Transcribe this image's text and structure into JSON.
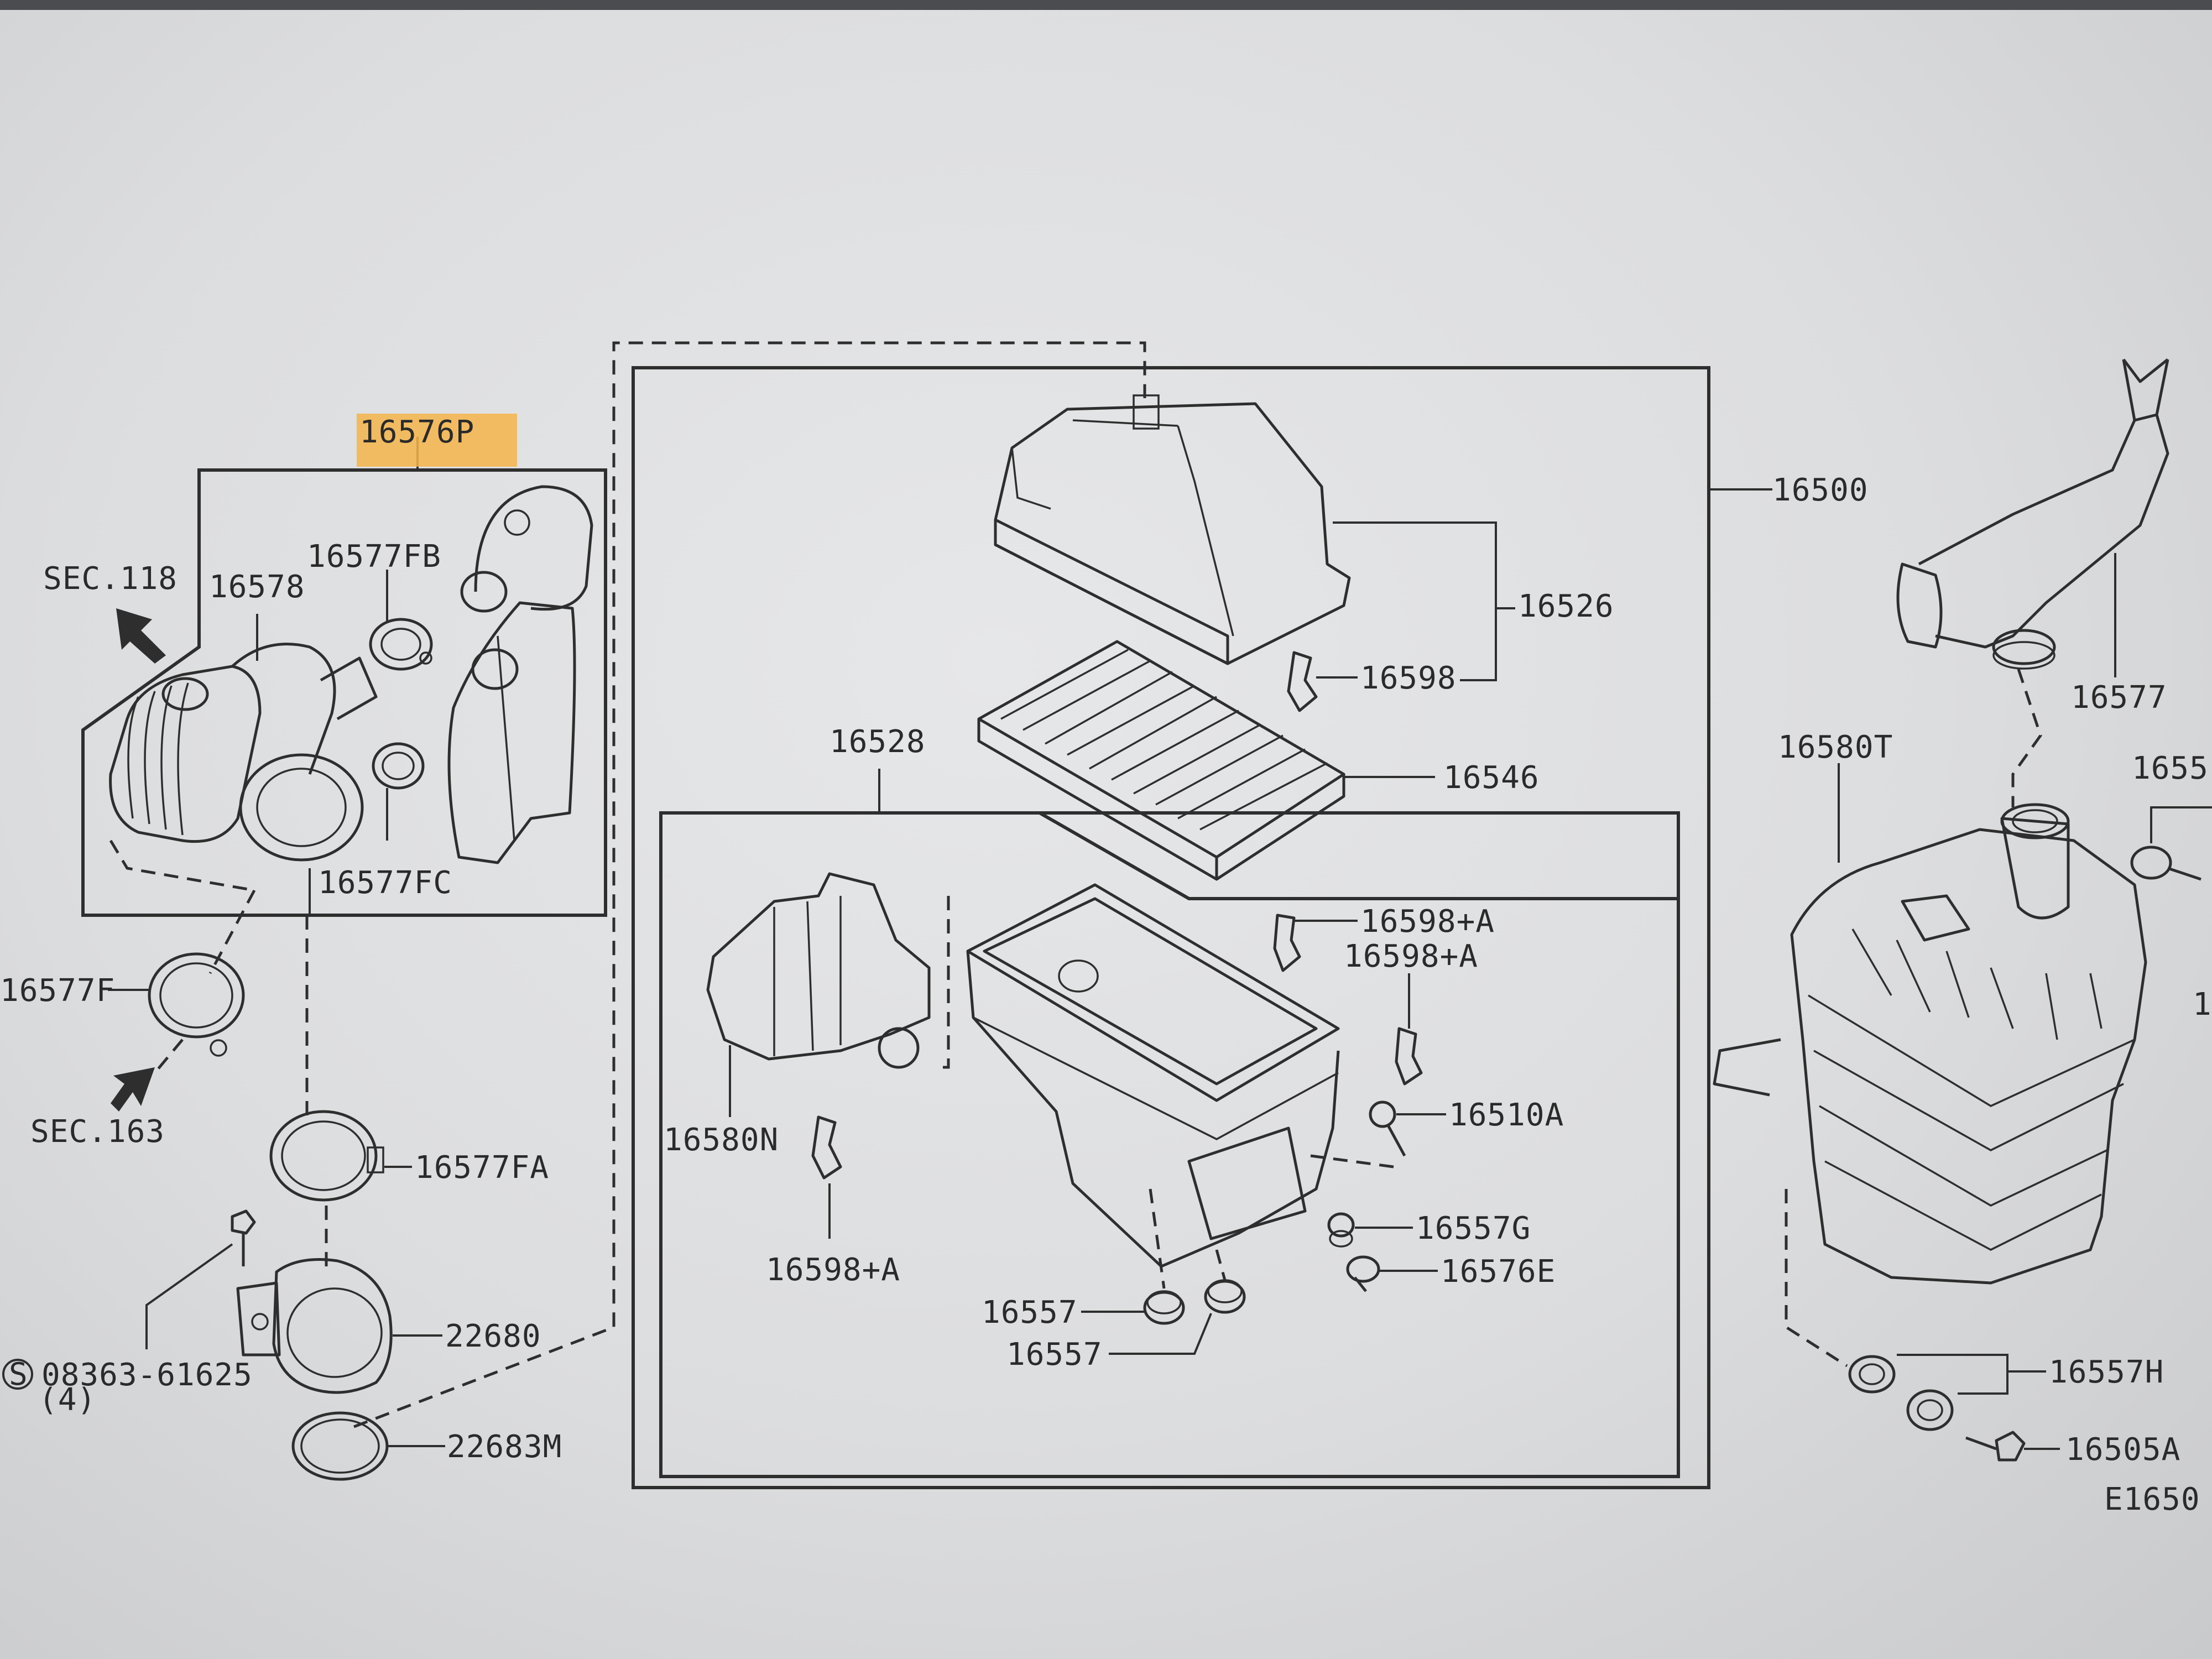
{
  "highlight_color": "#f4b44a",
  "labels": {
    "p16576P": "16576P",
    "p16500": "16500",
    "p16526": "16526",
    "p16598_top": "16598",
    "p16546": "16546",
    "p16528": "16528",
    "p16598A_1": "16598+A",
    "p16598A_2": "16598+A",
    "p16598A_3": "16598+A",
    "p16510A": "16510A",
    "p16557G": "16557G",
    "p16576E": "16576E",
    "p16557_1": "16557",
    "p16557_2": "16557",
    "p16580N": "16580N",
    "p16577": "16577",
    "p16580T": "16580T",
    "p1655_partial": "1655",
    "p1_partial": "1",
    "p16557H": "16557H",
    "p16505A": "16505A",
    "pE1650": "E1650",
    "sec118": "SEC.118",
    "p16578": "16578",
    "p16577FB": "16577FB",
    "p16577FC": "16577FC",
    "p16577F": "16577F",
    "sec163": "SEC.163",
    "p16577FA": "16577FA",
    "p22680": "22680",
    "bolt_symbol": "S",
    "p08363": "08363-61625",
    "qty4": "(4)",
    "p22683M": "22683M"
  }
}
